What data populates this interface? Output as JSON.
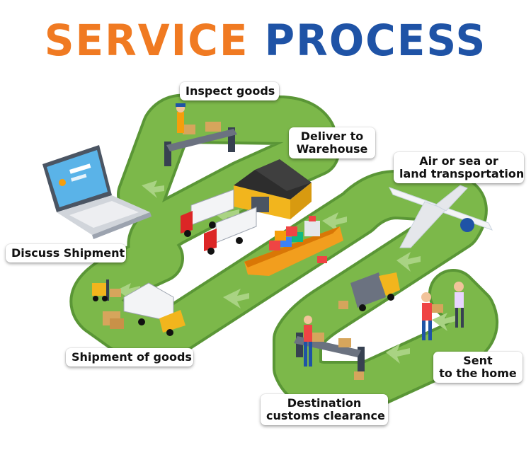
{
  "title": {
    "part1": "SERVICE",
    "part2": "PROCESS",
    "color1": "#f07a22",
    "color2": "#1f53a6"
  },
  "steps": {
    "inspect": {
      "line1": "Inspect goods"
    },
    "deliver": {
      "line1": "Deliver to",
      "line2": "Warehouse"
    },
    "transport": {
      "line1": "Air or sea or",
      "line2": "land transportation"
    },
    "discuss": {
      "line1": "Discuss Shipment"
    },
    "shipment": {
      "line1": "Shipment of goods"
    },
    "sent": {
      "line1": "Sent",
      "line2": "to the home"
    },
    "customs": {
      "line1": "Destination",
      "line2": "customs clearance"
    }
  },
  "colors": {
    "road": "#7cb84a",
    "road_edge": "#5a9636",
    "arrow": "#a9d383"
  },
  "icons": [
    "laptop-icon",
    "conveyor-icon",
    "warehouse-icon",
    "truck-icon",
    "ship-icon",
    "airplane-icon",
    "forklift-icon",
    "delivery-van-icon",
    "courier-icon",
    "customs-conveyor-icon"
  ]
}
